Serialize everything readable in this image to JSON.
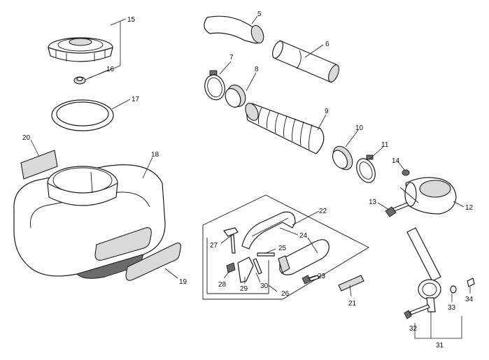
{
  "callouts": [
    {
      "id": "c15",
      "label": "15"
    },
    {
      "id": "c16",
      "label": "16"
    },
    {
      "id": "c17",
      "label": "17"
    },
    {
      "id": "c18",
      "label": "18"
    },
    {
      "id": "c19",
      "label": "19"
    },
    {
      "id": "c20",
      "label": "20"
    },
    {
      "id": "c5",
      "label": "5"
    },
    {
      "id": "c6",
      "label": "6"
    },
    {
      "id": "c7",
      "label": "7"
    },
    {
      "id": "c8",
      "label": "8"
    },
    {
      "id": "c9",
      "label": "9"
    },
    {
      "id": "c10",
      "label": "10"
    },
    {
      "id": "c11",
      "label": "11"
    },
    {
      "id": "c12",
      "label": "12"
    },
    {
      "id": "c13",
      "label": "13"
    },
    {
      "id": "c14",
      "label": "14"
    },
    {
      "id": "c21",
      "label": "21"
    },
    {
      "id": "c22",
      "label": "22"
    },
    {
      "id": "c23",
      "label": "23"
    },
    {
      "id": "c24",
      "label": "24"
    },
    {
      "id": "c25",
      "label": "25"
    },
    {
      "id": "c26",
      "label": "26"
    },
    {
      "id": "c27",
      "label": "27"
    },
    {
      "id": "c28",
      "label": "28"
    },
    {
      "id": "c29",
      "label": "29"
    },
    {
      "id": "c30",
      "label": "30"
    },
    {
      "id": "c31",
      "label": "31"
    },
    {
      "id": "c32",
      "label": "32"
    },
    {
      "id": "c33",
      "label": "33"
    },
    {
      "id": "c34",
      "label": "34"
    }
  ]
}
